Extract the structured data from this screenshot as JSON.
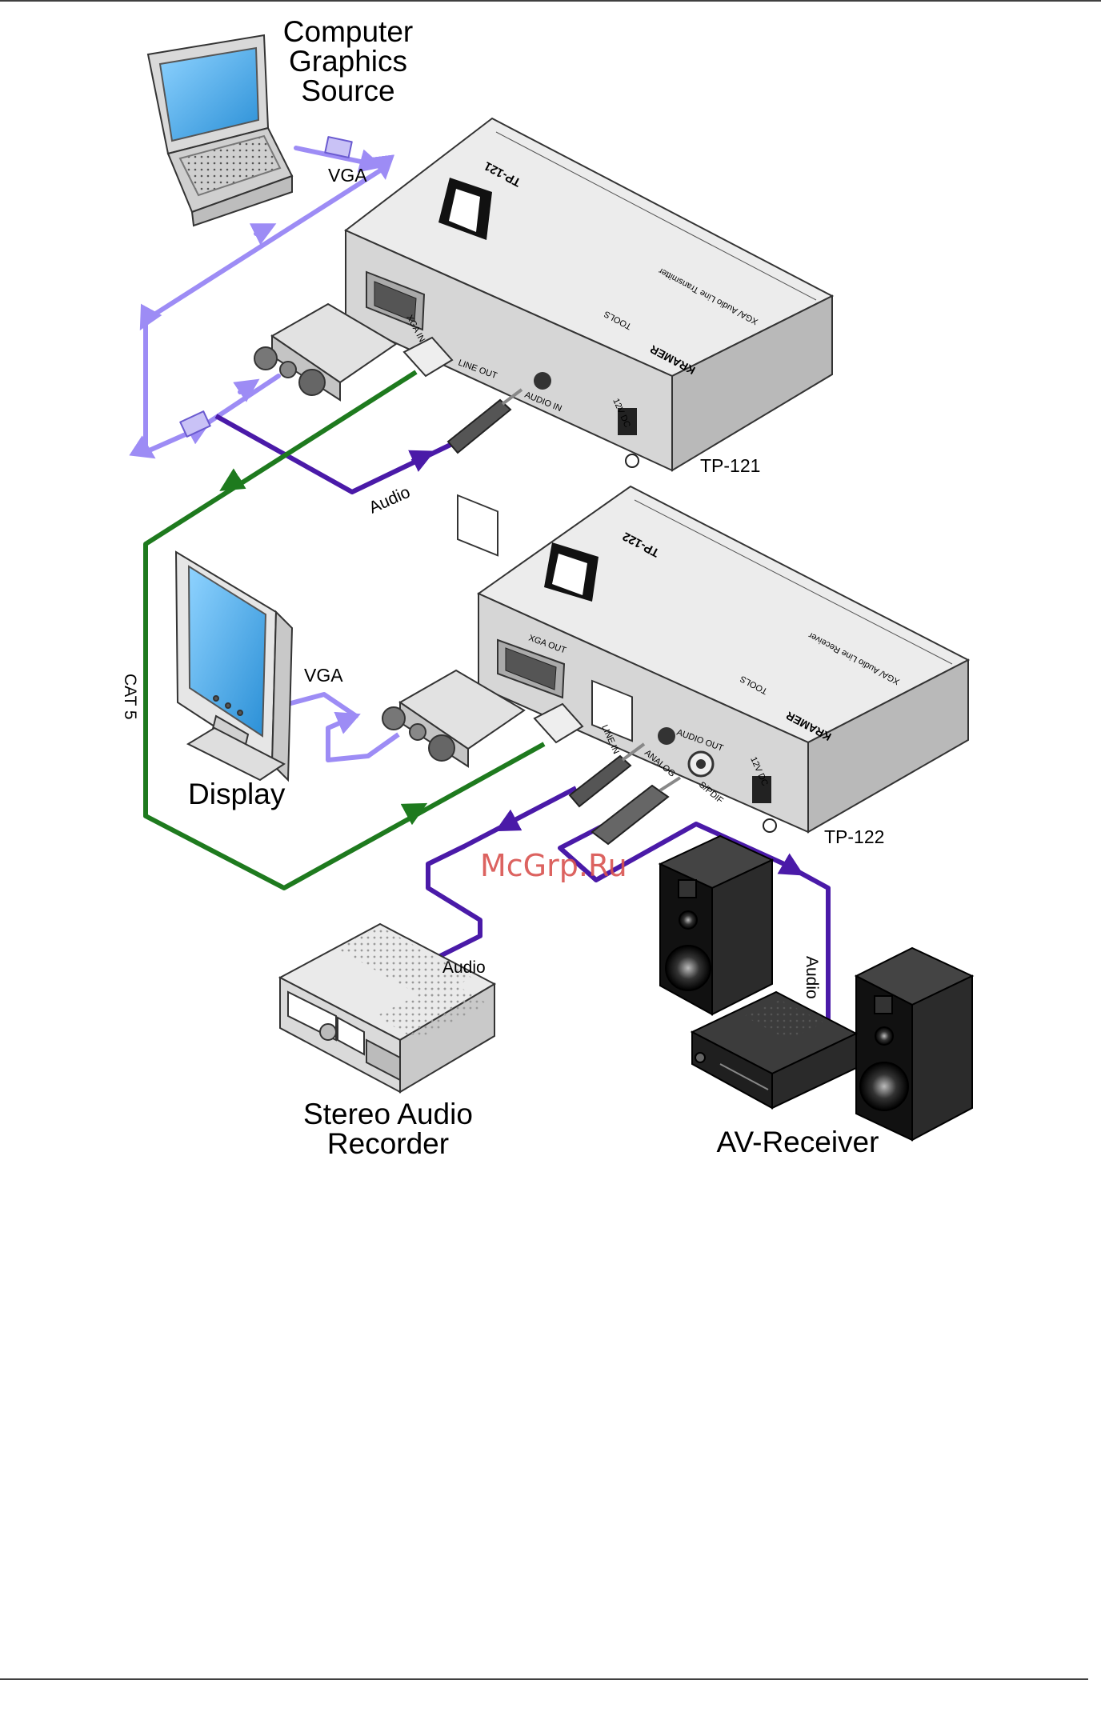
{
  "labels": {
    "source": [
      "Computer",
      "Graphics",
      "Source"
    ],
    "vga_top": "VGA",
    "vga_display": "VGA",
    "audio_top": "Audio",
    "tp121": "TP-121",
    "tp122": "TP-122",
    "cat5": "CAT 5",
    "display": "Display",
    "audio_recorder": "Audio",
    "audio_receiver": "Audio",
    "recorder": [
      "Stereo Audio",
      "Recorder"
    ],
    "receiver": "AV-Receiver",
    "watermark": "McGrp.Ru"
  },
  "tx_panel": {
    "model": "TP-121",
    "brand": "KRAMER",
    "tools": "TOOLS",
    "subtitle": "XGA/ Audio Line Transmitter",
    "xga_in": "XGA IN",
    "line_out": "LINE OUT",
    "audio_in": "AUDIO IN",
    "power": "12V DC"
  },
  "rx_panel": {
    "model": "TP-122",
    "brand": "KRAMER",
    "tools": "TOOLS",
    "subtitle": "XGA/ Audio Line Receiver",
    "xga_out": "XGA OUT",
    "line_in": "LINE IN",
    "audio_out": "AUDIO OUT",
    "analog": "ANALOG",
    "spdif": "S/PDIF",
    "power": "12V DC"
  },
  "colors": {
    "vga_cable": "#9d8cf5",
    "audio_cable": "#4a1aa8",
    "cat5_cable": "#1e7a1e",
    "device_gray": "#d8d8d8",
    "speaker_black": "#1a1a1a",
    "screen_blue": "#5ab8f0"
  }
}
